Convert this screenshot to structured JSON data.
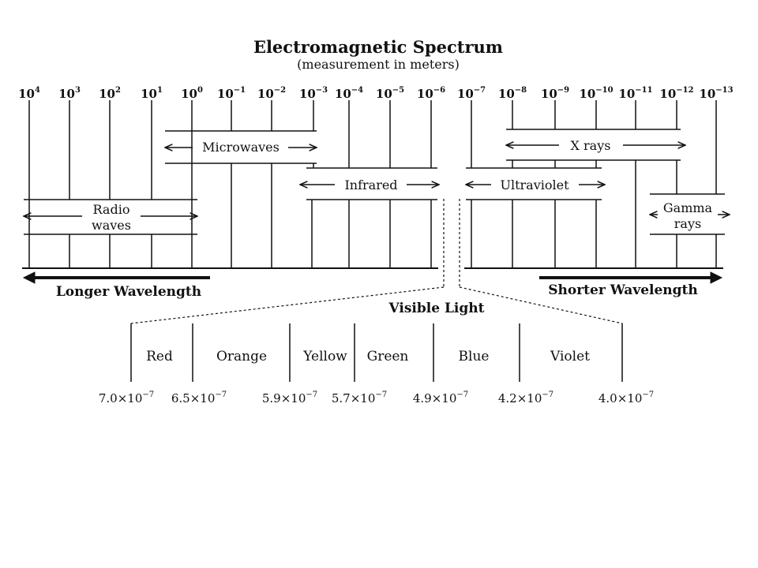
{
  "title": "Electromagnetic Spectrum",
  "subtitle": "(measurement in meters)",
  "scale": {
    "base": "10",
    "exponents": [
      "4",
      "3",
      "2",
      "1",
      "0",
      "−1",
      "−2",
      "−3",
      "−4",
      "−5",
      "−6",
      "−7",
      "−8",
      "−9",
      "−10",
      "−11",
      "−12",
      "−13"
    ]
  },
  "bands": {
    "radio": [
      "Radio",
      "waves"
    ],
    "microwaves": "Microwaves",
    "infrared": "Infrared",
    "ultraviolet": "Ultraviolet",
    "xrays": "X rays",
    "gamma": [
      "Gamma",
      "rays"
    ]
  },
  "direction": {
    "longer": "Longer Wavelength",
    "shorter": "Shorter Wavelength"
  },
  "visible": {
    "title": "Visible Light",
    "colors": [
      "Red",
      "Orange",
      "Yellow",
      "Green",
      "Blue",
      "Violet"
    ],
    "boundaries": [
      {
        "mantissa": "7.0",
        "exp": "−7"
      },
      {
        "mantissa": "6.5",
        "exp": "−7"
      },
      {
        "mantissa": "5.9",
        "exp": "−7"
      },
      {
        "mantissa": "5.7",
        "exp": "−7"
      },
      {
        "mantissa": "4.9",
        "exp": "−7"
      },
      {
        "mantissa": "4.2",
        "exp": "−7"
      },
      {
        "mantissa": "4.0",
        "exp": "−7"
      }
    ]
  }
}
